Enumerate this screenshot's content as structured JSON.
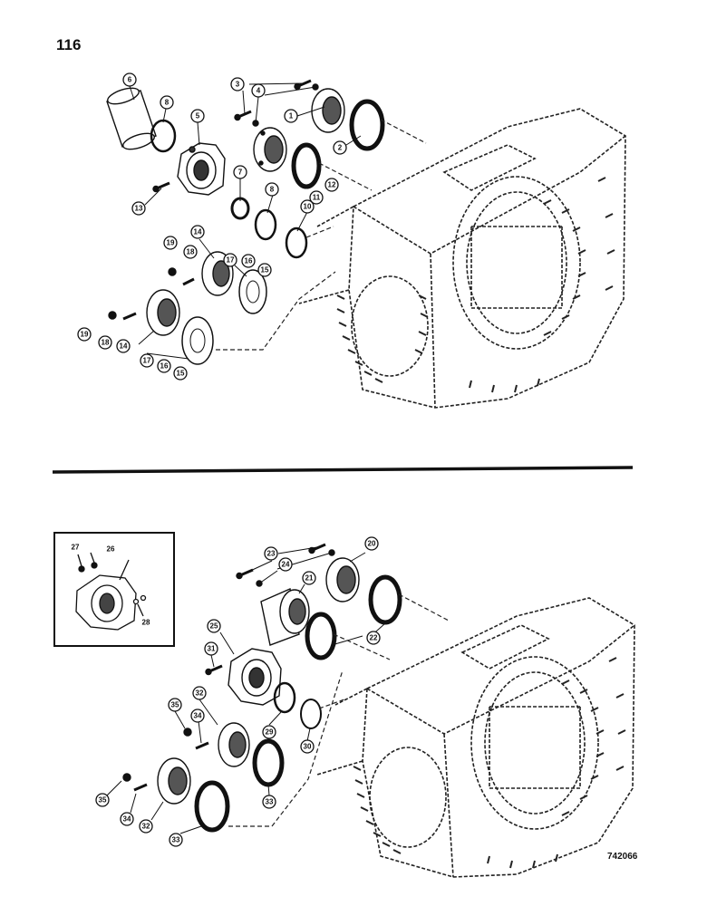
{
  "page_number": "116",
  "figure_number": "742066",
  "top_callouts": [
    {
      "n": "6"
    },
    {
      "n": "8"
    },
    {
      "n": "5"
    },
    {
      "n": "3"
    },
    {
      "n": "4"
    },
    {
      "n": "1"
    },
    {
      "n": "2"
    },
    {
      "n": "7"
    },
    {
      "n": "8"
    },
    {
      "n": "12"
    },
    {
      "n": "11"
    },
    {
      "n": "10"
    },
    {
      "n": "13"
    },
    {
      "n": "19"
    },
    {
      "n": "18"
    },
    {
      "n": "14"
    },
    {
      "n": "17"
    },
    {
      "n": "16"
    },
    {
      "n": "15"
    },
    {
      "n": "19"
    },
    {
      "n": "18"
    },
    {
      "n": "14"
    },
    {
      "n": "17"
    },
    {
      "n": "16"
    },
    {
      "n": "15"
    }
  ],
  "bottom_callouts": [
    {
      "n": "23"
    },
    {
      "n": "24"
    },
    {
      "n": "20"
    },
    {
      "n": "21"
    },
    {
      "n": "22"
    },
    {
      "n": "25"
    },
    {
      "n": "31"
    },
    {
      "n": "29"
    },
    {
      "n": "32"
    },
    {
      "n": "35"
    },
    {
      "n": "34"
    },
    {
      "n": "30"
    },
    {
      "n": "33"
    },
    {
      "n": "35"
    },
    {
      "n": "34"
    },
    {
      "n": "32"
    },
    {
      "n": "33"
    }
  ],
  "inset_callouts": [
    {
      "n": "27"
    },
    {
      "n": "26"
    },
    {
      "n": "28"
    }
  ]
}
